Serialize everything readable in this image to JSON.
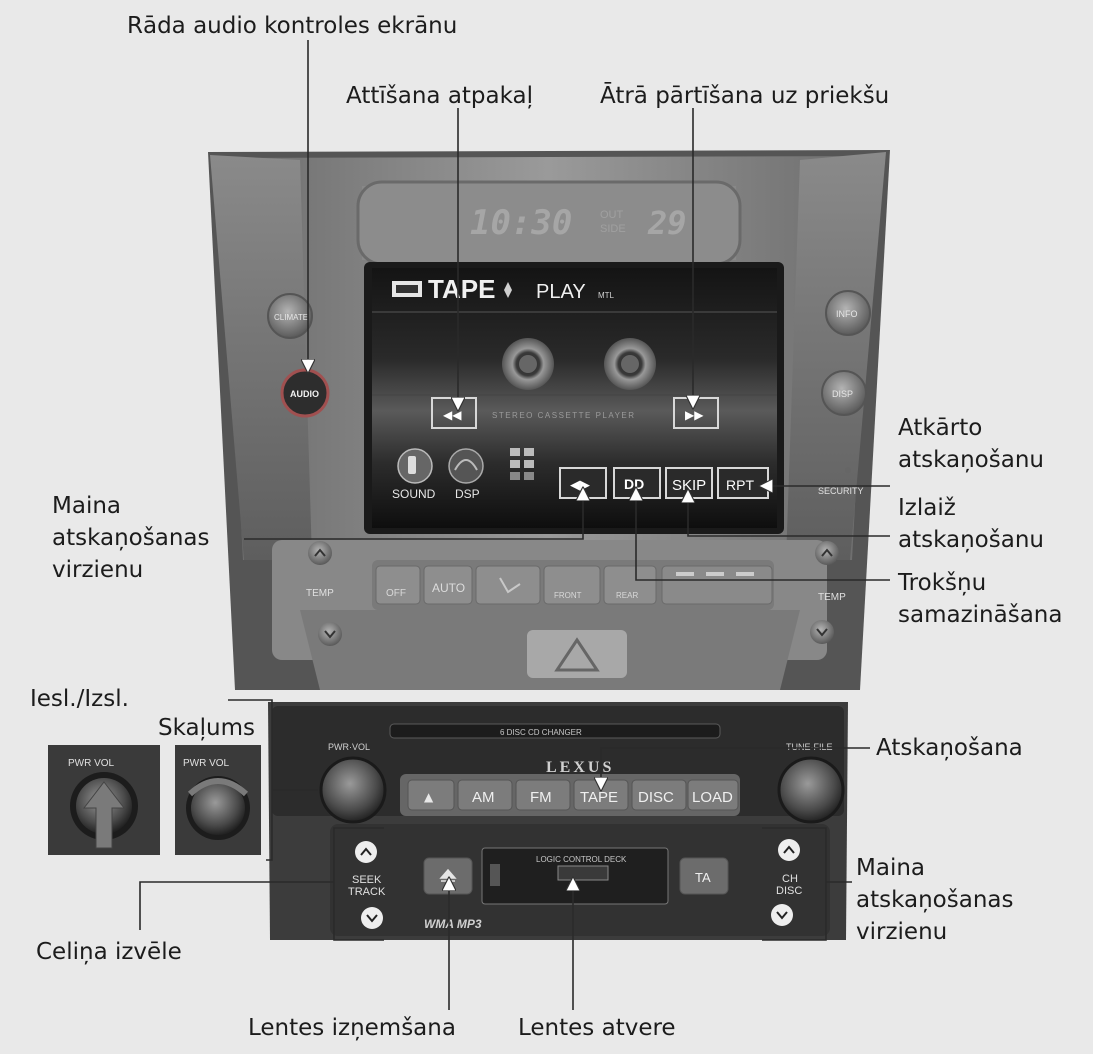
{
  "annotations": {
    "audio_screen": "Rāda audio kontroles ekrānu",
    "rewind": "Attīšana atpakaļ",
    "fast_forward": "Ātrā pārtīšana uz priekšu",
    "repeat": [
      "Atkārto",
      "atskaņošanu"
    ],
    "skip": [
      "Izlaiž",
      "atskaņošanu"
    ],
    "noise_reduction": [
      "Trokšņu",
      "samazināšana"
    ],
    "direction_left": [
      "Maina",
      "atskaņošanas",
      "virzienu"
    ],
    "power": "Iesl./Izsl.",
    "volume": "Skaļums",
    "play": "Atskaņošana",
    "direction_right": [
      "Maina",
      "atskaņošanas",
      "virzienu"
    ],
    "track_select": "Celiņa izvēle",
    "tape_eject": "Lentes izņemšana",
    "tape_slot": "Lentes atvere"
  },
  "display": {
    "clock": "10:30",
    "out_temp_label": [
      "OUT",
      "SIDE"
    ],
    "out_temp": "29",
    "source": "TAPE",
    "status": "PLAY",
    "mode": "MTL",
    "deck_label": "STEREO CASSETTE PLAYER",
    "rewind_btn": "◀◀",
    "ff_btn": "▶▶",
    "sound_label": "SOUND",
    "dsp_label": "DSP",
    "dir_btn": "◀▶",
    "dolby_btn": "DD",
    "skip_btn": "SKIP",
    "rpt_btn": "RPT"
  },
  "panel": {
    "climate": "CLIMATE",
    "audio": "AUDIO",
    "info": "INFO",
    "disp": "DISP",
    "security": "SECURITY",
    "temp_left": "TEMP",
    "temp_right": "TEMP",
    "off": "OFF",
    "auto": "AUTO",
    "front": "FRONT",
    "rear": "REAR",
    "cd_changer": "6 DISC CD CHANGER",
    "brand": "LEXUS",
    "pwr_vol": "PWR·VOL",
    "tune_file": "TUNE·FILE",
    "btn_eject": "▲",
    "btn_am": "AM",
    "btn_fm": "FM",
    "btn_tape": "TAPE",
    "btn_disc": "DISC",
    "btn_load": "LOAD",
    "seek_track": [
      "SEEK",
      "TRACK"
    ],
    "ch_disc": [
      "CH",
      "DISC"
    ],
    "logic_deck": "LOGIC CONTROL DECK",
    "ta": "TA",
    "formats": "WMA  MP3",
    "inset_pwr": "PWR VOL",
    "inset_vol": "PWR VOL"
  }
}
